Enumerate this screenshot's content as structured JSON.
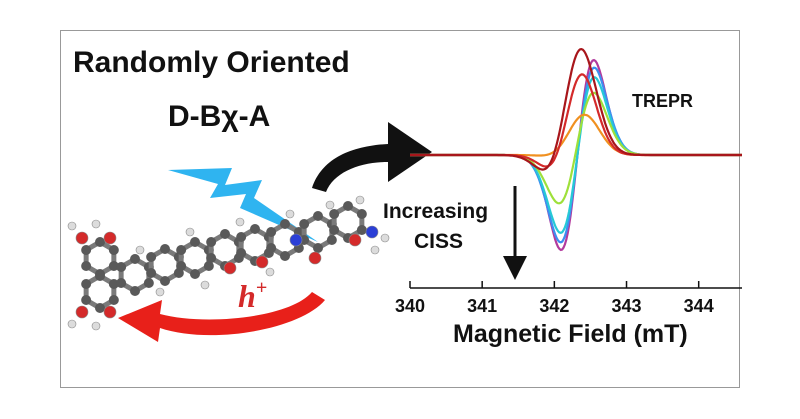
{
  "title": {
    "line1": "Randomly Oriented",
    "line2": "D-Bχ-A"
  },
  "hole_label": {
    "base": "h",
    "sup": "+"
  },
  "spectrum": {
    "label": "TREPR",
    "annotation": [
      "Increasing",
      "CISS"
    ],
    "xlabel": "Magnetic Field (mT)",
    "xticks": [
      340,
      341,
      342,
      343,
      344
    ],
    "xlim": [
      340,
      344.6
    ]
  },
  "colors": {
    "arrow_black": "#111111",
    "lightning": "#2fb4f0",
    "hole_arrow": "#e8201a",
    "carbon": "#595959",
    "hydrogen": "#dcdcdc",
    "oxygen": "#d42a2a",
    "nitrogen": "#2b3fd6"
  },
  "chart_data": {
    "type": "line",
    "xlabel": "Magnetic Field (mT)",
    "xlim": [
      340,
      344.6
    ],
    "xticks": [
      340,
      341,
      342,
      343,
      344
    ],
    "series": [
      {
        "color": "#b23a9d",
        "center": 342.32,
        "width": 0.32,
        "antisym": 1.0,
        "sym": 0.0
      },
      {
        "color": "#3d8ef0",
        "center": 342.32,
        "width": 0.33,
        "antisym": 0.92,
        "sym": 0.0
      },
      {
        "color": "#26c9d6",
        "center": 342.32,
        "width": 0.33,
        "antisym": 0.82,
        "sym": 0.0
      },
      {
        "color": "#9ee03a",
        "center": 342.32,
        "width": 0.34,
        "antisym": 0.58,
        "sym": -0.12
      },
      {
        "color": "#f09020",
        "center": 342.32,
        "width": 0.32,
        "antisym": 0.12,
        "sym": -0.38
      },
      {
        "color": "#d42a2a",
        "center": 342.24,
        "width": 0.32,
        "antisym": 0.4,
        "sym": -0.62
      },
      {
        "color": "#a8161b",
        "center": 342.22,
        "width": 0.34,
        "antisym": 0.52,
        "sym": -0.82
      }
    ]
  }
}
